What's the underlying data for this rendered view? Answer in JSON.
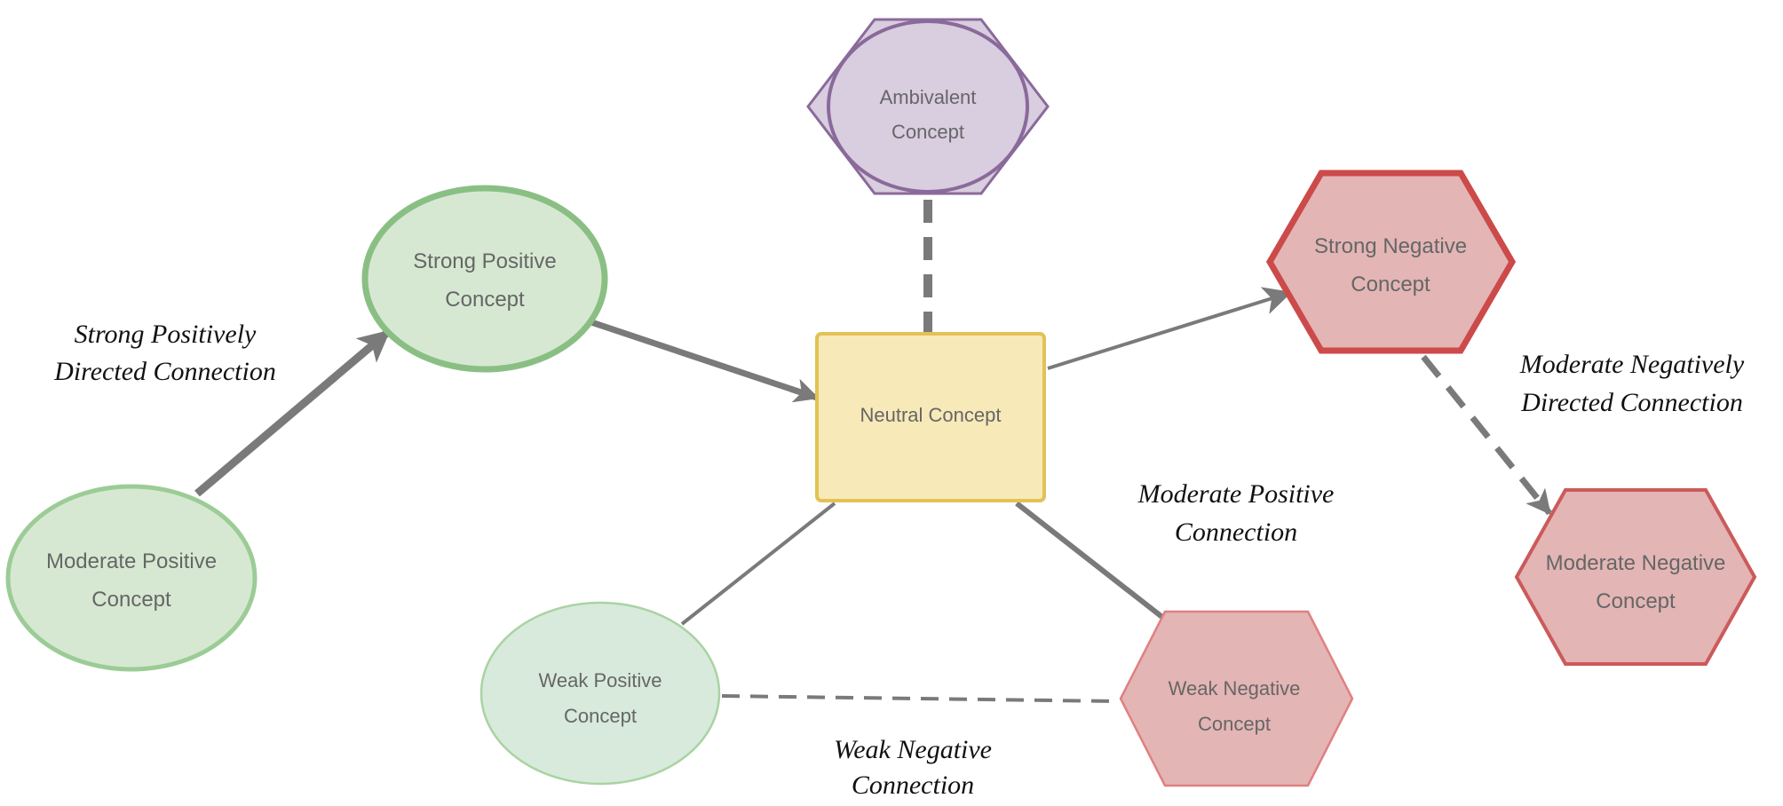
{
  "nodes": {
    "ambivalent": {
      "line1": "Ambivalent",
      "line2": "Concept",
      "fill": "#d9cde0",
      "stroke": "#8a6a9a"
    },
    "strong_positive": {
      "line1": "Strong Positive",
      "line2": "Concept",
      "fill": "#d6e8d2",
      "stroke": "#8abf84"
    },
    "moderate_positive": {
      "line1": "Moderate Positive",
      "line2": "Concept",
      "fill": "#d6e8d2",
      "stroke": "#9ccc96"
    },
    "weak_positive": {
      "line1": "Weak Positive",
      "line2": "Concept",
      "fill": "#d8eadb",
      "stroke": "#a9d3a3"
    },
    "neutral": {
      "line1": "Neutral Concept",
      "fill": "#f8e9b8",
      "stroke": "#e2c254"
    },
    "strong_negative": {
      "line1": "Strong Negative",
      "line2": "Concept",
      "fill": "#e3b5b5",
      "stroke": "#cc4a4a"
    },
    "moderate_negative": {
      "line1": "Moderate Negative",
      "line2": "Concept",
      "fill": "#e3b5b5",
      "stroke": "#cc5a5a"
    },
    "weak_negative": {
      "line1": "Weak Negative",
      "line2": "Concept",
      "fill": "#e3b5b5",
      "stroke": "#e08080"
    }
  },
  "edge_labels": {
    "strong_positively_directed": {
      "line1": "Strong Positively",
      "line2": "Directed Connection"
    },
    "moderate_negatively_directed": {
      "line1": "Moderate Negatively",
      "line2": "Directed Connection"
    },
    "moderate_positive": {
      "line1": "Moderate Positive",
      "line2": "Connection"
    },
    "weak_negative": {
      "line1": "Weak Negative",
      "line2": "Connection"
    }
  },
  "colors": {
    "edge": "#7a7a7a",
    "label_text": "#111111",
    "node_text": "#666666"
  }
}
